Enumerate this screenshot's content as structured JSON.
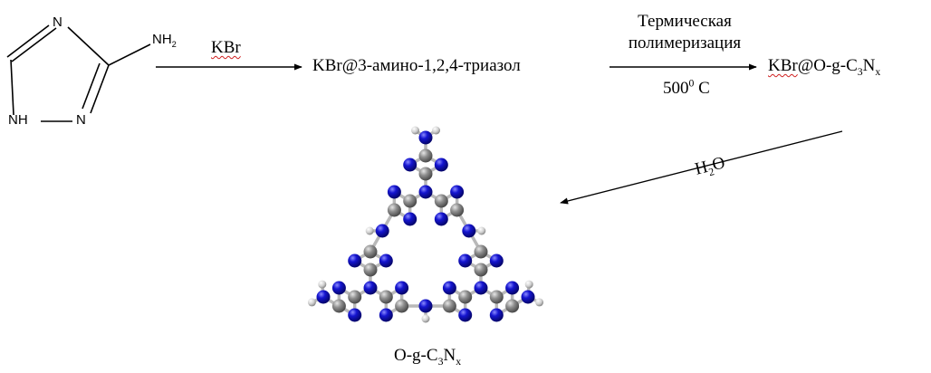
{
  "reactant": {
    "atom_n1": "N",
    "atom_n2": "NH",
    "atom_n3": "N",
    "amino": "NH",
    "amino_sub": "2"
  },
  "step1": {
    "reagent_underlined": "KBr"
  },
  "intermediate": "KBr@3-амино-1,2,4-триазол",
  "step2": {
    "line1": "Термическая",
    "line2": "полимеризация",
    "temp_value": "500",
    "temp_sup": "0",
    "temp_unit": " C"
  },
  "product_kbr": {
    "underlined": "KBr",
    "prefix": "@O-g-C",
    "c_sub": "3",
    "n": "N",
    "x_sub": "x"
  },
  "step3": {
    "h": "H",
    "h_sub": "2",
    "o": "O"
  },
  "final_product": {
    "prefix": "O-g-C",
    "c_sub": "3",
    "n": "N",
    "x_sub": "x"
  },
  "colors": {
    "carbon": "#8c8c8c",
    "nitrogen": "#1212c4",
    "hydrogen": "#d8d8d8",
    "bond": "#b9b9b9",
    "wavy_underline": "#d02020"
  }
}
